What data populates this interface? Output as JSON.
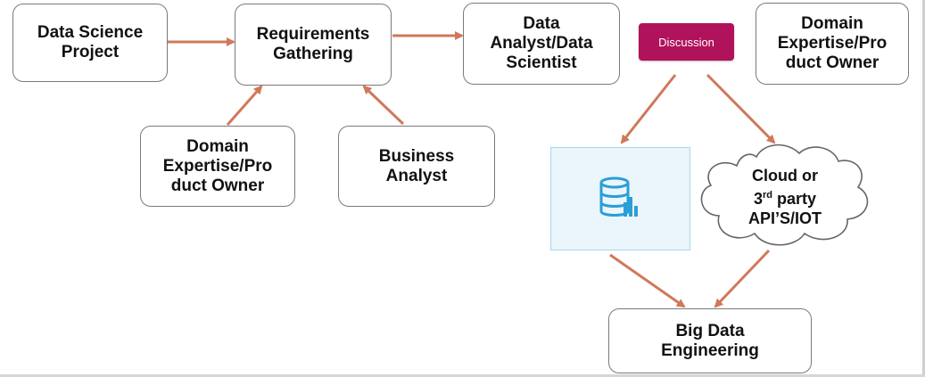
{
  "nodes": {
    "data_science_project": "Data Science\nProject",
    "requirements_gathering": "Requirements\nGathering",
    "data_analyst": "Data\nAnalyst/Data\nScientist",
    "domain_expertise_top": "Domain\nExpertise/Pro\nduct Owner",
    "domain_expertise_bottom": "Domain\nExpertise/Pro\nduct Owner",
    "business_analyst": "Business\nAnalyst",
    "big_data_engineering": "Big Data\nEngineering"
  },
  "discussion_tag": {
    "label": "Discussion",
    "color": "#b0125b"
  },
  "cloud": {
    "line1": "Cloud or",
    "line2_number": "3",
    "line2_sup": "rd",
    "line2_rest": " party",
    "line3": "API’S/IOT"
  },
  "icons": {
    "database": "database-chart-icon"
  },
  "colors": {
    "arrow": "#d0785a",
    "box_border": "#7a7a7a",
    "db_panel_fill": "#eaf6fb",
    "db_icon": "#2a9fd6"
  }
}
